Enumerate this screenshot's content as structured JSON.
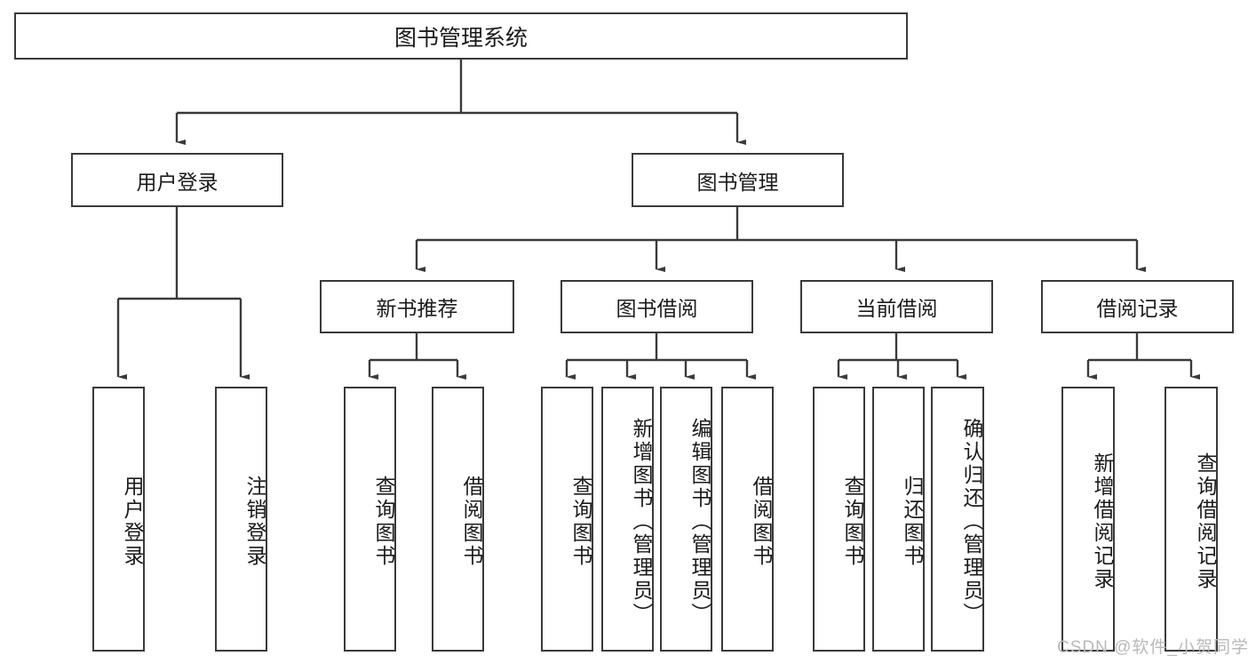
{
  "diagram": {
    "type": "tree",
    "title": "图书管理系统",
    "root": {
      "label": "图书管理系统"
    },
    "level2": [
      {
        "label": "用户登录"
      },
      {
        "label": "图书管理"
      }
    ],
    "level3": [
      {
        "label": "新书推荐"
      },
      {
        "label": "图书借阅"
      },
      {
        "label": "当前借阅"
      },
      {
        "label": "借阅记录"
      }
    ],
    "leaves": {
      "user_login": [
        {
          "label": "用户登录"
        },
        {
          "label": "注销登录"
        }
      ],
      "new_book_recommend": [
        {
          "label": "查询图书"
        },
        {
          "label": "借阅图书"
        }
      ],
      "book_borrow": [
        {
          "label": "查询图书"
        },
        {
          "label": "新增图书（管理员）"
        },
        {
          "label": "编辑图书（管理员）"
        },
        {
          "label": "借阅图书"
        }
      ],
      "current_borrow": [
        {
          "label": "查询图书"
        },
        {
          "label": "归还图书"
        },
        {
          "label": "确认归还（管理员）"
        }
      ],
      "borrow_record": [
        {
          "label": "新增借阅记录"
        },
        {
          "label": "查询借阅记录"
        }
      ]
    },
    "watermark": "CSDN @软件_小贺同学",
    "colors": {
      "stroke": "#3a3a3a",
      "fill": "#ffffff",
      "text": "#1b1b1b",
      "watermark": "#b9b9b9"
    }
  }
}
